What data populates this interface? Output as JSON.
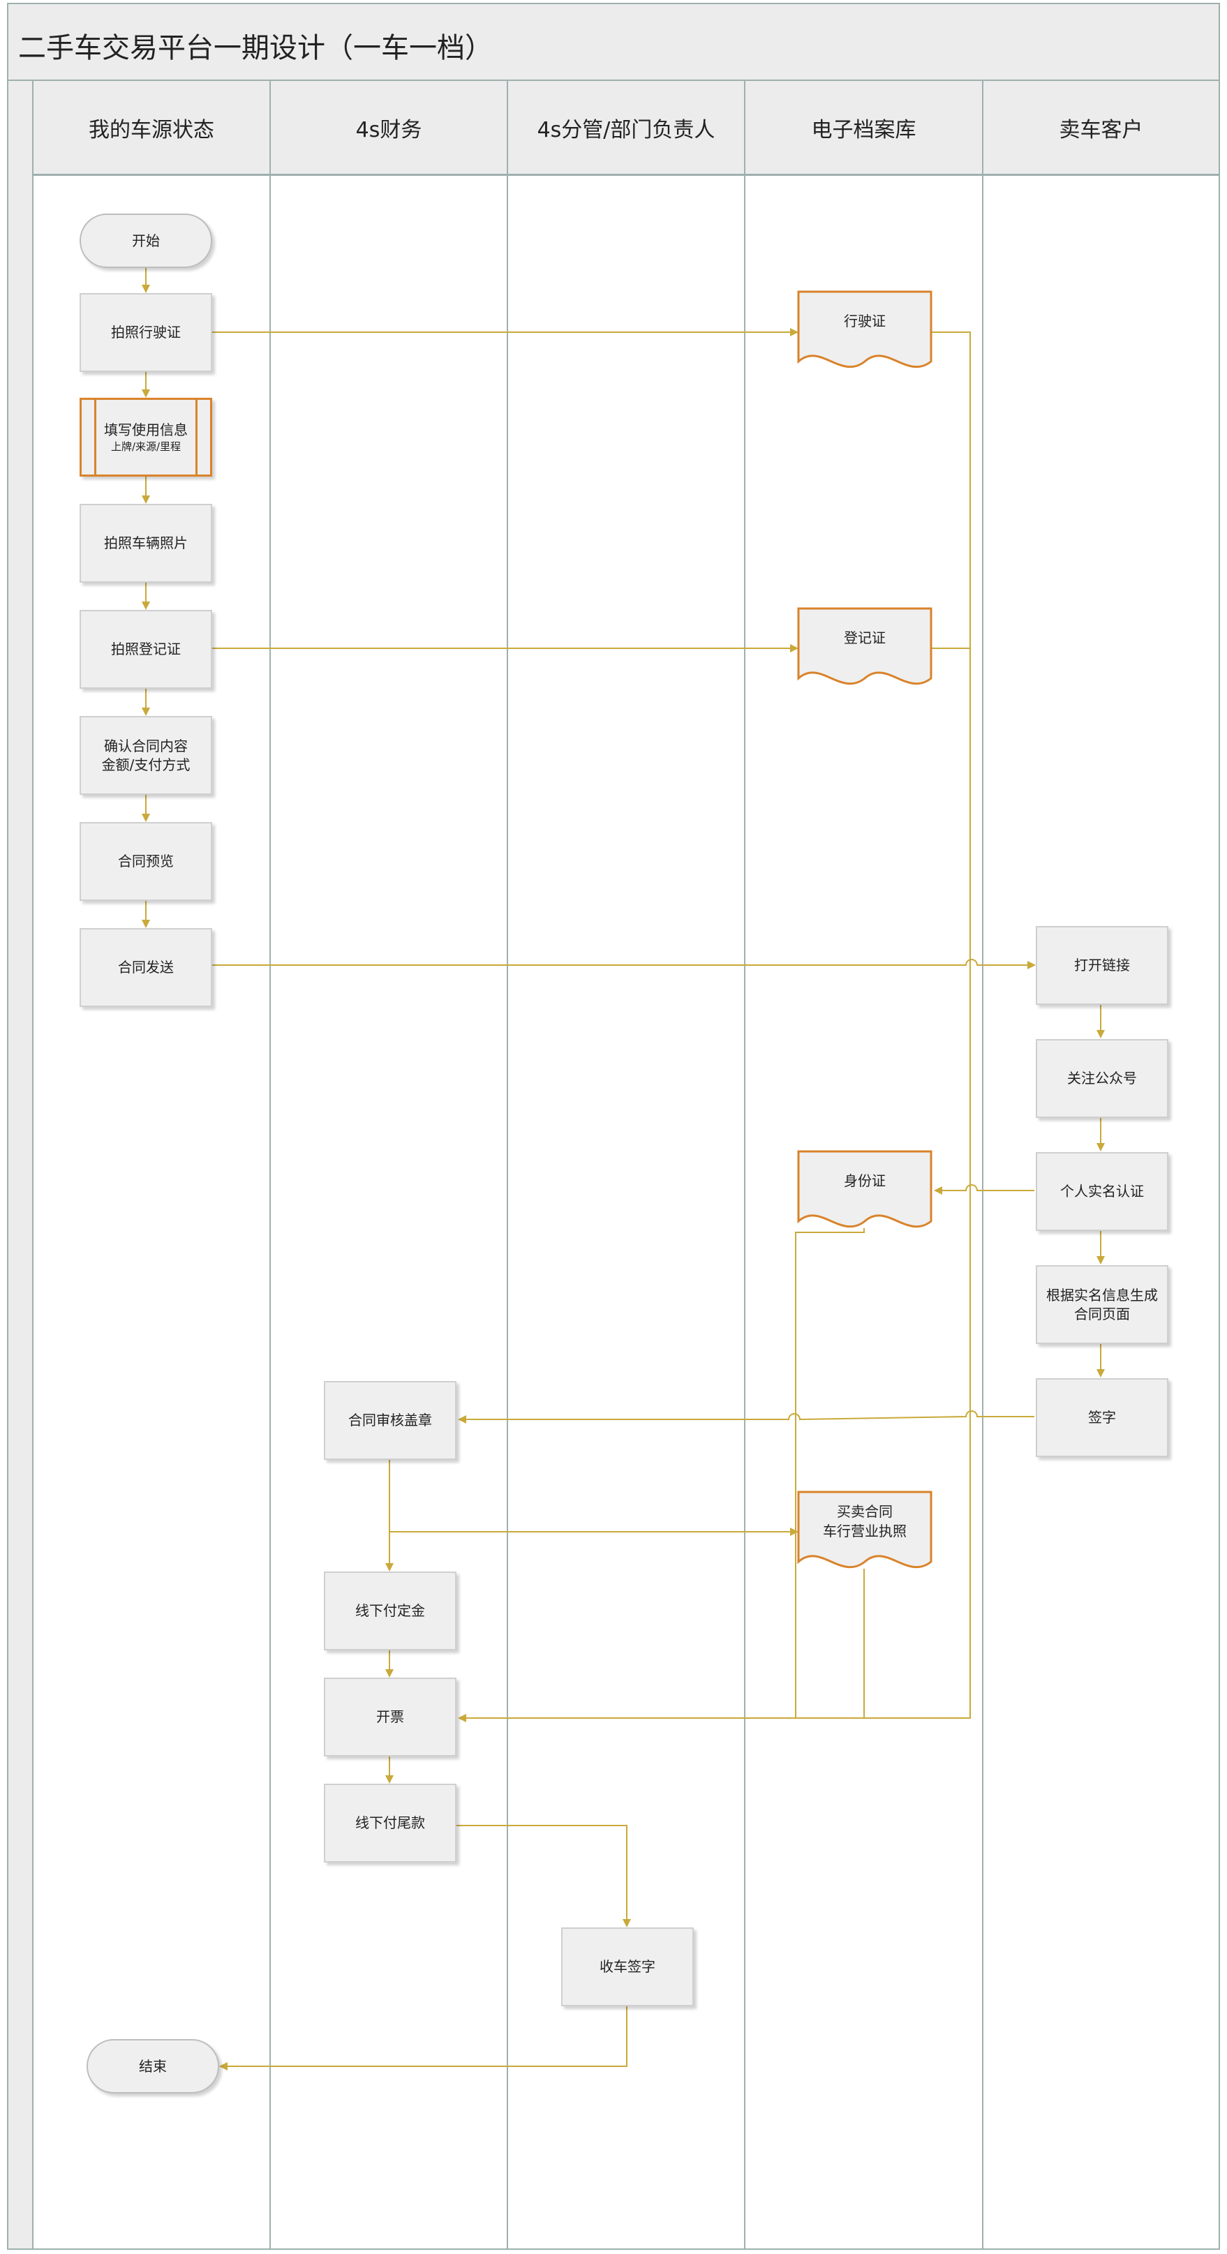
{
  "title": "二手车交易平台一期设计（一车一档）",
  "colors": {
    "edge": "#c9a93a",
    "doc_border": "#d9832b",
    "lane_line": "#9fb0ae",
    "header_bg": "#ececec",
    "node_bg": "#efefef"
  },
  "lanes": [
    {
      "id": "lane-vehicle-status",
      "label": "我的车源状态"
    },
    {
      "id": "lane-4s-finance",
      "label": "4s财务"
    },
    {
      "id": "lane-4s-manager",
      "label": "4s分管/部门负责人"
    },
    {
      "id": "lane-e-archive",
      "label": "电子档案库"
    },
    {
      "id": "lane-seller",
      "label": "卖车客户"
    }
  ],
  "nodes": {
    "start": {
      "label": "开始"
    },
    "photo_license": {
      "label": "拍照行驶证"
    },
    "fill_info": {
      "label": "填写使用信息",
      "sub": "上牌/来源/里程"
    },
    "photo_car": {
      "label": "拍照车辆照片"
    },
    "photo_reg": {
      "label": "拍照登记证"
    },
    "confirm_contract": {
      "label": "确认合同内容",
      "sub": "金额/支付方式"
    },
    "preview_contract": {
      "label": "合同预览"
    },
    "send_contract": {
      "label": "合同发送"
    },
    "doc_license": {
      "label": "行驶证"
    },
    "doc_reg": {
      "label": "登记证"
    },
    "doc_id": {
      "label": "身份证"
    },
    "doc_contract": {
      "label": "买卖合同",
      "sub": "车行营业执照"
    },
    "open_link": {
      "label": "打开链接"
    },
    "follow_account": {
      "label": "关注公众号"
    },
    "real_name": {
      "label": "个人实名认证"
    },
    "gen_contract_page": {
      "label": "根据实名信息生成",
      "sub": "合同页面"
    },
    "sign": {
      "label": "签字"
    },
    "review_stamp": {
      "label": "合同审核盖章"
    },
    "pay_deposit": {
      "label": "线下付定金"
    },
    "invoice": {
      "label": "开票"
    },
    "pay_balance": {
      "label": "线下付尾款"
    },
    "receive_sign": {
      "label": "收车签字"
    },
    "end": {
      "label": "结束"
    }
  }
}
